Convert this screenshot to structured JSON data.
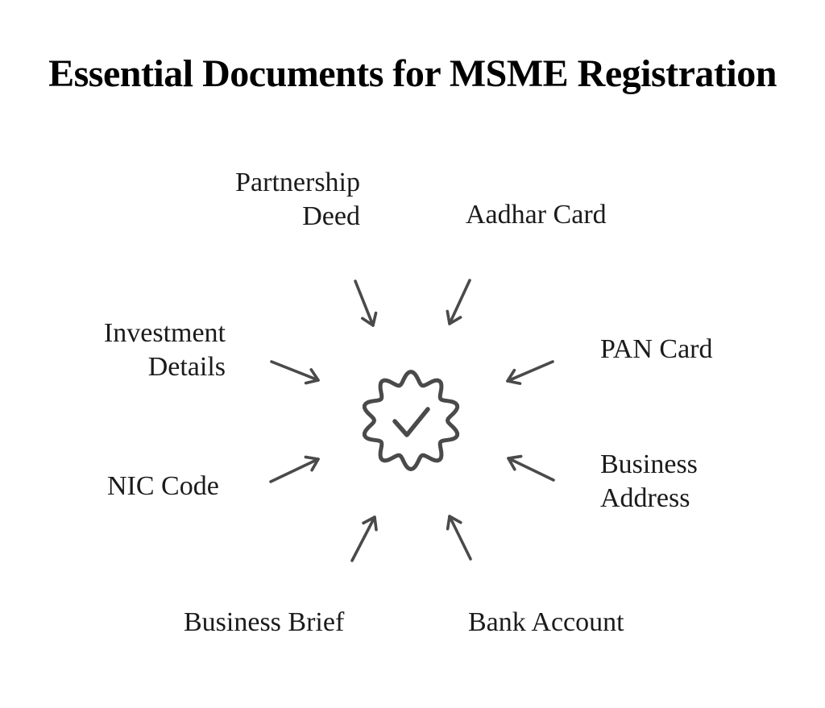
{
  "title": "Essential Documents for MSME Registration",
  "diagram": {
    "center": {
      "icon": "badge-check-icon",
      "meaning": "verified-registration"
    },
    "documents": {
      "partnership_deed": "Partnership\nDeed",
      "aadhar_card": "Aadhar Card",
      "investment_details": "Investment\nDetails",
      "pan_card": "PAN Card",
      "nic_code": "NIC Code",
      "business_address": "Business\nAddress",
      "business_brief": "Business Brief",
      "bank_account": "Bank Account"
    }
  },
  "colors": {
    "title_text": "#000000",
    "label_text": "#1b1b1b",
    "line_accent": "#4a4a4a",
    "background": "#ffffff"
  }
}
